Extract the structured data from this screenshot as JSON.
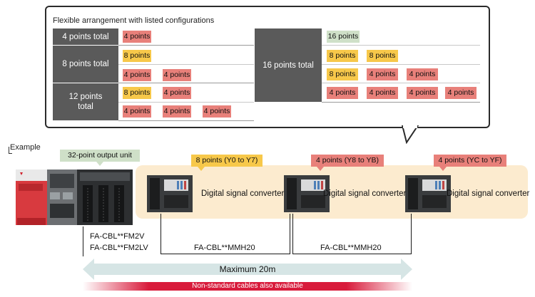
{
  "callout": {
    "title": "Flexible arrangement with listed configurations",
    "groups": {
      "g4": {
        "label": "4 points total",
        "rows": [
          [
            "4 points"
          ]
        ]
      },
      "g8": {
        "label": "8 points total",
        "rows": [
          [
            "8 points"
          ],
          [
            "4 points",
            "4 points"
          ]
        ]
      },
      "g12": {
        "label": "12 points total",
        "rows": [
          [
            "8 points",
            "4 points"
          ],
          [
            "4 points",
            "4 points",
            "4 points"
          ]
        ]
      },
      "g16": {
        "label": "16 points total",
        "rows": [
          [
            "16 points"
          ],
          [
            "8 points",
            "8 points"
          ],
          [
            "8 points",
            "4 points",
            "4 points"
          ],
          [
            "4 points",
            "4 points",
            "4 points",
            "4 points"
          ]
        ]
      }
    }
  },
  "example": {
    "label": "Example",
    "unit_tag": "32-point output unit",
    "converter_tags": [
      "8 points (Y0 to Y7)",
      "4 points (Y8 to YB)",
      "4 points (YC to YF)"
    ],
    "converter_label": "Digital signal converter",
    "cable_main": [
      "FA-CBL**FM2V",
      "FA-CBL**FM2LV"
    ],
    "cable_link": "FA-CBL**MMH20",
    "max_length": "Maximum 20m",
    "note": "Non-standard cables also available"
  },
  "colors": {
    "red_chip": "#e8807a",
    "yellow_chip": "#f7c84a",
    "green_chip": "#cfe0c8",
    "header_gray": "#5a5a5a",
    "panel_beige": "#fcebcf",
    "arrow_blue": "#d6e5e5",
    "accent_red": "#d81b3b"
  }
}
